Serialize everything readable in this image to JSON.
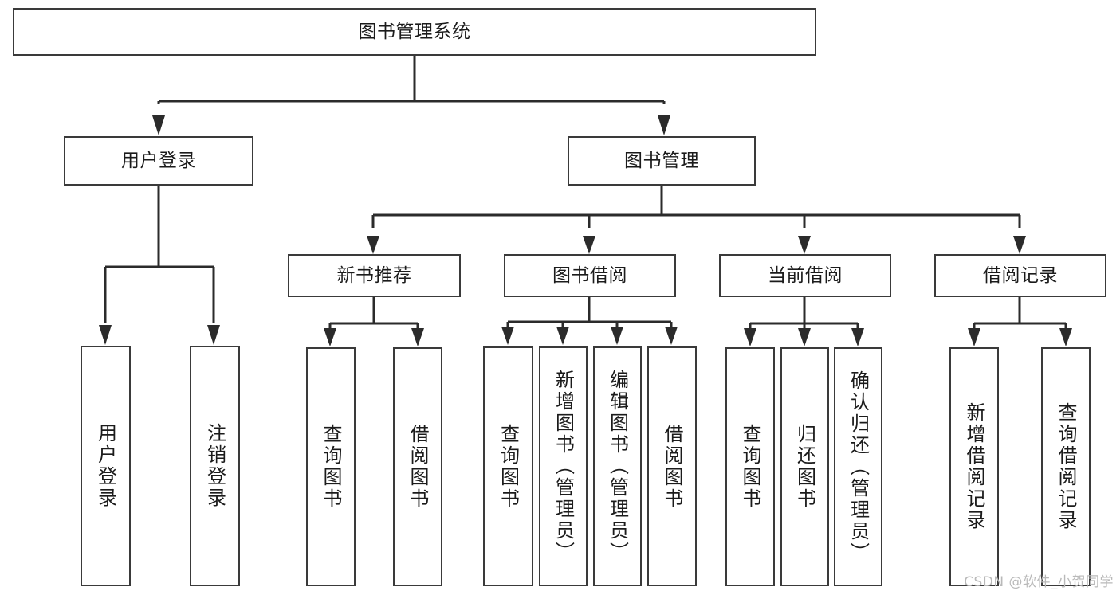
{
  "diagram": {
    "type": "tree-hierarchy-diagram",
    "title": "图书管理系统",
    "colors": {
      "box_border": "#3a3a3a",
      "box_fill": "#ffffff",
      "connector": "#2b2b2b",
      "text": "#1b1b1b",
      "watermark": "#b9b9b9",
      "background": "#ffffff"
    },
    "root": {
      "label": "图书管理系统"
    },
    "level2": [
      {
        "label": "用户登录"
      },
      {
        "label": "图书管理"
      }
    ],
    "level3": [
      {
        "label": "新书推荐"
      },
      {
        "label": "图书借阅"
      },
      {
        "label": "当前借阅"
      },
      {
        "label": "借阅记录"
      }
    ],
    "leaves": {
      "user_login": [
        {
          "label": "用户登录"
        },
        {
          "label": "注销登录"
        }
      ],
      "new_book_recommend": [
        {
          "label": "查询图书"
        },
        {
          "label": "借阅图书"
        }
      ],
      "book_borrow": [
        {
          "label": "查询图书"
        },
        {
          "label": "新增图书（管理员）"
        },
        {
          "label": "编辑图书（管理员）"
        },
        {
          "label": "借阅图书"
        }
      ],
      "current_borrow": [
        {
          "label": "查询图书"
        },
        {
          "label": "归还图书"
        },
        {
          "label": "确认归还（管理员）"
        }
      ],
      "borrow_record": [
        {
          "label": "新增借阅记录"
        },
        {
          "label": "查询借阅记录"
        }
      ]
    }
  },
  "watermark": {
    "text": "CSDN @软件_小贺同学"
  }
}
